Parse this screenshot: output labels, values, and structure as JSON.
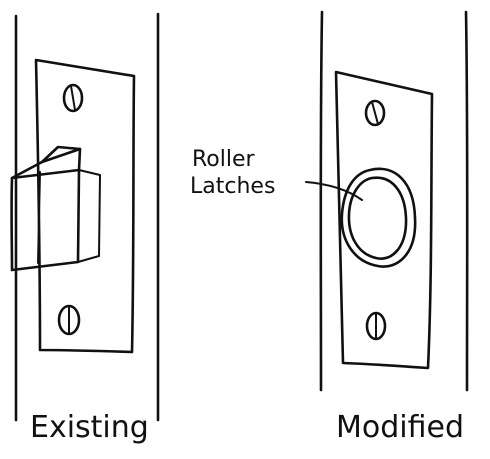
{
  "labels": {
    "left": "Existing",
    "right": "Modified",
    "callout_line1": "Roller",
    "callout_line2": "Latches"
  }
}
